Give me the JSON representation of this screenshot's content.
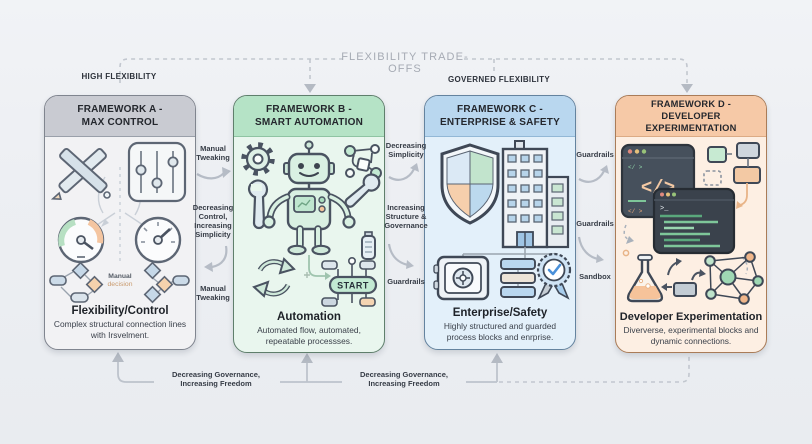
{
  "diagram": {
    "title": "FLEXIBILITY TRADE-OFFS",
    "high_flexibility_label": "HIGH FLEXIBILITY",
    "governed_flexibility_label": "GOVERNED FLEXIBILITY"
  },
  "cards": [
    {
      "header_line1": "FRAMEWORK A -",
      "header_line2": "MAX CONTROL",
      "title": "Flexibility/Control",
      "description": "Complex structural connection lines with Irsvelment.",
      "annotation_line1": "Manual",
      "annotation_line2": "decision",
      "header_color": "#c9cbd2",
      "body_color": "#f2f2f4",
      "border_color": "#80858f",
      "icons": [
        "pencil-pen-cross-icon",
        "sliders-panel-icon",
        "colored-gauge-icon",
        "plain-gauge-icon",
        "manual-flowchart-icon"
      ]
    },
    {
      "header_line1": "FRAMEWORK B -",
      "header_line2": "SMART AUTOMATION",
      "title": "Automation",
      "description": "Automated flow, automated, repeatable processses.",
      "start_button_label": "START",
      "header_color": "#b5e3c6",
      "body_color": "#e9f6ee",
      "border_color": "#5f7f6c",
      "icons": [
        "gear-icon",
        "wrench-icon",
        "node-graph-icon",
        "robot-icon",
        "battery-icon",
        "recycle-arrows-icon",
        "start-node-icon"
      ]
    },
    {
      "header_line1": "FRAMEWORK C -",
      "header_line2": "ENTERPRISE & SAFETY",
      "title": "Enterprise/Safety",
      "description": "Highly structured and guarded process blocks and enrprise.",
      "header_color": "#b9d7ef",
      "body_color": "#e3f0fa",
      "border_color": "#64839f",
      "icons": [
        "shield-icon",
        "building-icon",
        "safe-icon",
        "stacked-blocks-icon",
        "certificate-badge-icon"
      ]
    },
    {
      "header_line1": "FRAMEWORK D -",
      "header_line2": "DEVELOPER EXPERIMENTATION",
      "title": "Developer Experimentation",
      "description": "Diververse, experimental blocks and dynamic connections.",
      "header_color": "#f6c9a7",
      "body_color": "#fdefe3",
      "border_color": "#aa7c58",
      "icons": [
        "code-editor-icon",
        "terminal-icon",
        "blocks-icon",
        "flask-icon",
        "network-graph-icon"
      ]
    }
  ],
  "transitions": {
    "a_b": {
      "top": "Manual Tweaking",
      "middle": "Decreasing Control, Increasing Simplicity",
      "bottom": "Manual Tweaking"
    },
    "b_c": {
      "top": "Decreasing Simplicity",
      "middle": "Increasing Structure & Governance",
      "bottom": "Guardrails"
    },
    "c_d": {
      "top": "Guardrails",
      "middle": "Guardrails",
      "bottom": "Sandbox"
    }
  },
  "bottom_flow": {
    "label_1": "Decreasing Governance, Increasing Freedom",
    "label_2": "Decreasing Governance, Increasing Freedom"
  }
}
